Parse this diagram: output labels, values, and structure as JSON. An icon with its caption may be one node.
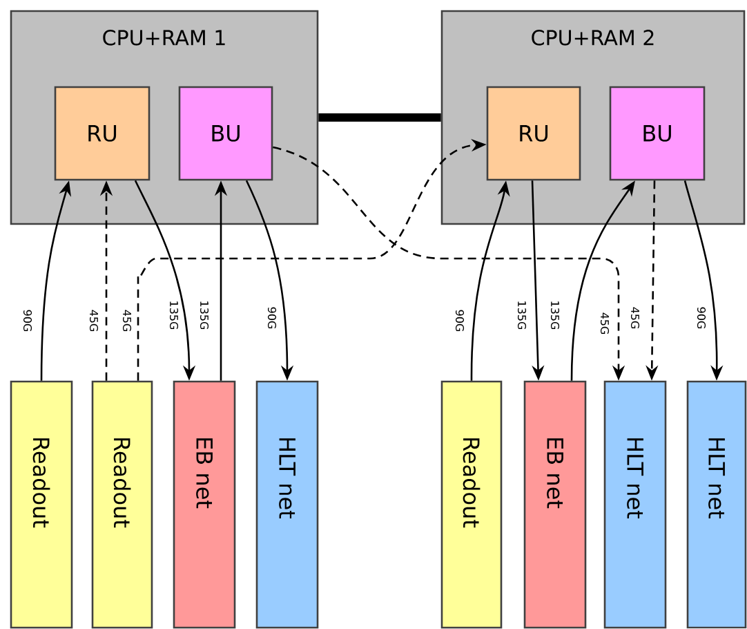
{
  "diagram": {
    "nodes": [
      {
        "text": [
          "CPU+RAM 1"
        ]
      },
      {
        "text": [
          "RU"
        ],
        "in": 0
      },
      {
        "text": [
          "BU"
        ],
        "in": 0
      },
      {
        "text": [
          "CPU+RAM 2"
        ]
      },
      {
        "text": [
          "RU"
        ],
        "in": 3
      },
      {
        "text": [
          "BU"
        ],
        "in": 3
      },
      {
        "text": [
          "Readout"
        ]
      },
      {
        "text": [
          "Readout"
        ]
      },
      {
        "text": [
          "EB net"
        ]
      },
      {
        "text": [
          "HLT net"
        ]
      },
      {
        "text": [
          "Readout"
        ]
      },
      {
        "text": [
          "EB net"
        ]
      },
      {
        "text": [
          "HLT net"
        ]
      },
      {
        "text": [
          "HLT net"
        ]
      }
    ],
    "edges": [
      {
        "from": 6,
        "to": 1,
        "arrow": "to",
        "label": "90G"
      },
      {
        "from": 7,
        "to": 1,
        "arrow": "to",
        "label": "45G",
        "style": "dashed"
      },
      {
        "from": 7,
        "to": 4,
        "arrow": "to",
        "label": "45G",
        "style": "dashed"
      },
      {
        "from": 1,
        "to": 8,
        "arrow": "to",
        "label": "135G"
      },
      {
        "from": 8,
        "to": 2,
        "arrow": "to",
        "label": "135G"
      },
      {
        "from": 2,
        "to": 9,
        "arrow": "to",
        "label": "90G"
      },
      {
        "from": 2,
        "to": 12,
        "arrow": "to",
        "label": "45G",
        "style": "dashed"
      },
      {
        "from": 10,
        "to": 4,
        "arrow": "to",
        "label": "90G"
      },
      {
        "from": 4,
        "to": 11,
        "arrow": "to",
        "label": "135G"
      },
      {
        "from": 11,
        "to": 5,
        "arrow": "to",
        "label": "135G"
      },
      {
        "from": 5,
        "to": 12,
        "arrow": "to",
        "label": "45G",
        "style": "dashed"
      },
      {
        "from": 5,
        "to": 13,
        "arrow": "to",
        "label": "90G"
      },
      {
        "from": 0,
        "to": 3,
        "arrow": "none",
        "style": "thick"
      }
    ]
  }
}
